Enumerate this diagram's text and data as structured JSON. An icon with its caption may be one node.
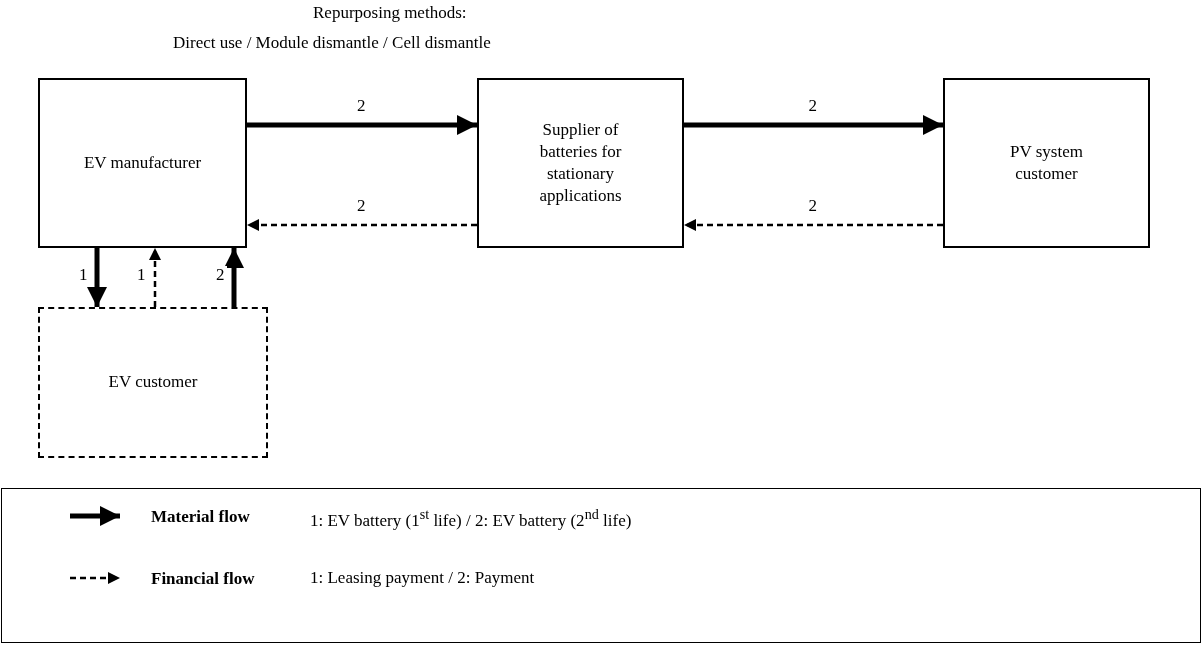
{
  "diagram": {
    "nodes": [
      {
        "text": [
          "EV manufacturer"
        ]
      },
      {
        "text": [
          "Supplier of batteries for stationary applications"
        ]
      },
      {
        "text": [
          "PV system customer"
        ]
      },
      {
        "text": [
          "EV customer"
        ]
      }
    ],
    "edges": [
      {
        "from": 0,
        "to": 1,
        "arrow": "to",
        "label": "2"
      },
      {
        "from": 1,
        "to": 2,
        "arrow": "to",
        "label": "2"
      },
      {
        "from": 2,
        "to": 1,
        "arrow": "to",
        "label": "2",
        "style": "dashed"
      },
      {
        "from": 1,
        "to": 0,
        "arrow": "to",
        "label": "2",
        "style": "dashed"
      },
      {
        "from": 0,
        "to": 3,
        "arrow": "to",
        "label": "1"
      },
      {
        "from": 3,
        "to": 0,
        "arrow": "to",
        "label": "1",
        "style": "dashed"
      },
      {
        "from": 3,
        "to": 0,
        "arrow": "to",
        "label": "2"
      }
    ],
    "labels": [
      "Repurposing methods:",
      "Direct use / Module dismantle / Cell dismantle",
      "1: EV battery (1$^{st}$ life) / 2: EV battery (2$^{nd}$ life)",
      "1: Leasing payment / 2: Payment"
    ],
    "legend": [
      {
        "text": "Material flow"
      },
      {
        "text": "Financial flow"
      }
    ]
  }
}
